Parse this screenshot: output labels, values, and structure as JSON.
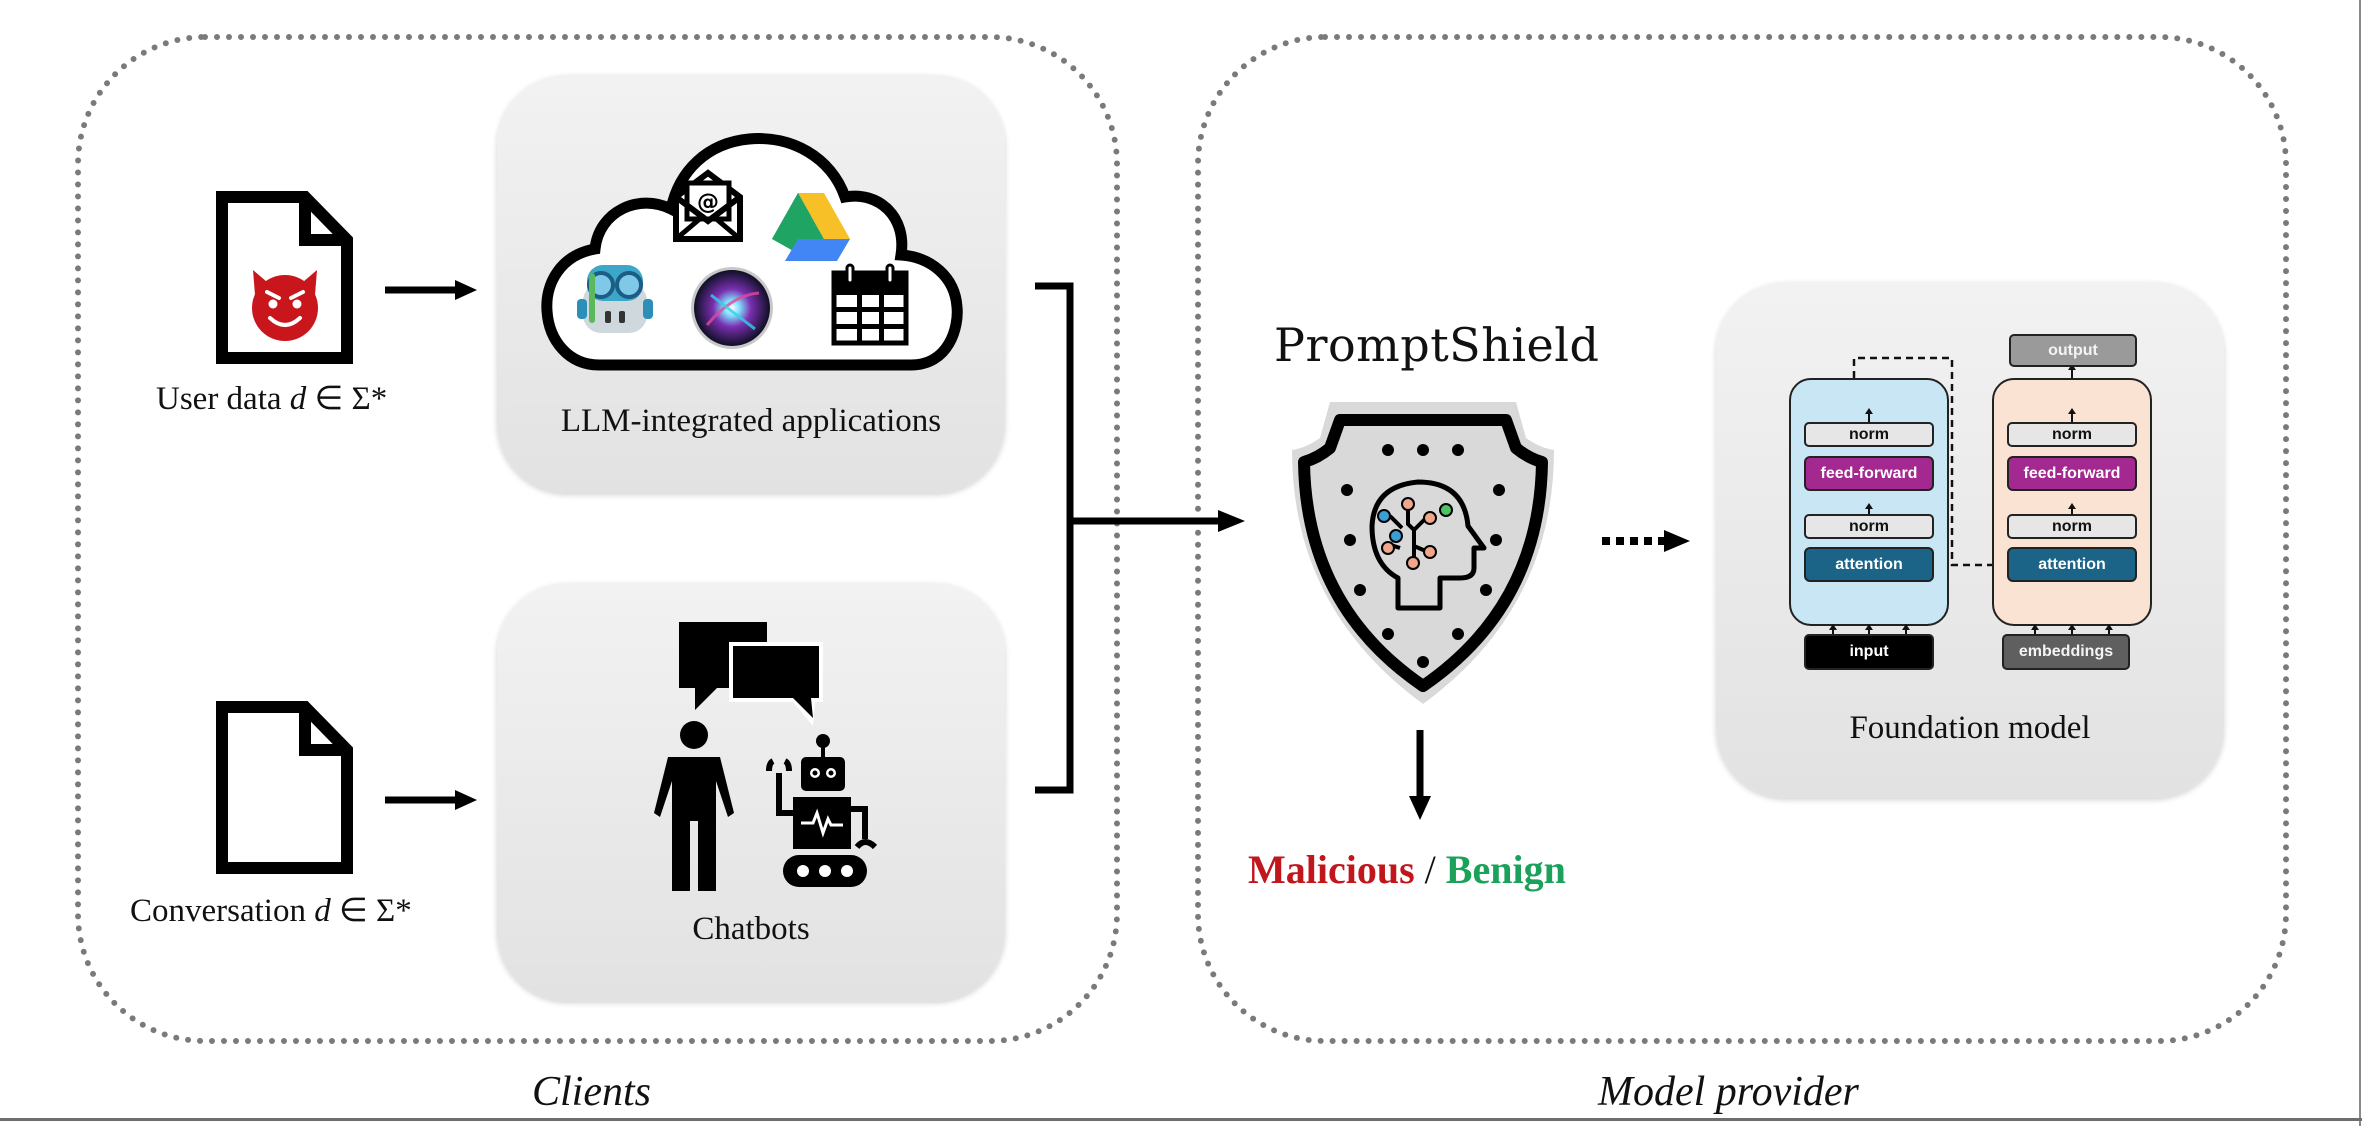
{
  "diagram": {
    "regions": {
      "clients": {
        "caption": "Clients"
      },
      "provider": {
        "caption": "Model provider"
      }
    },
    "inputs": [
      {
        "name": "user-data",
        "text": "User data ",
        "math": "d",
        "suffix": " ∈ Σ*",
        "icon": "malicious-document-icon"
      },
      {
        "name": "conversation",
        "text": "Conversation ",
        "math": "d",
        "suffix": " ∈ Σ*",
        "icon": "document-icon"
      }
    ],
    "cards": {
      "apps": {
        "label": "LLM-integrated applications",
        "icons": [
          "cloud-icon",
          "email-icon",
          "google-drive-icon",
          "copilot-icon",
          "siri-icon",
          "calendar-icon"
        ]
      },
      "chatbots": {
        "label": "Chatbots",
        "icons": [
          "speech-bubble-icon",
          "person-icon",
          "robot-icon"
        ]
      },
      "foundation_model": {
        "label": "Foundation model"
      }
    },
    "promptshield": {
      "title": "PromptShield",
      "icon": "shield-brain-icon",
      "verdict": {
        "malicious": "Malicious",
        "separator": " / ",
        "benign": "Benign"
      }
    },
    "transformer": {
      "encoder": {
        "blocks": [
          "norm",
          "feed-forward",
          "norm",
          "attention"
        ],
        "input": "input"
      },
      "decoder": {
        "blocks": [
          "norm",
          "feed-forward",
          "norm",
          "attention"
        ],
        "input": "embeddings",
        "output": "output"
      }
    },
    "colors": {
      "malicious": "#c0161c",
      "benign": "#1aa15a",
      "feed_forward": "#a3288f",
      "attention": "#1b6387",
      "encoder_bg": "#c9e6f4",
      "decoder_bg": "#fbe3d3",
      "devil": "#c8161c"
    }
  }
}
